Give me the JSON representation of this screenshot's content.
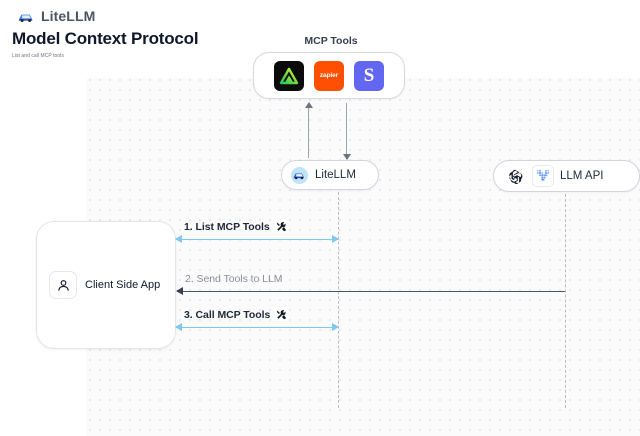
{
  "header": {
    "brand": "LiteLLM",
    "brand_icon": "litellm-logo-icon",
    "title": "Model Context Protocol",
    "subtitle": "List and call MCP tools"
  },
  "diagram": {
    "mcp_tools_group": {
      "title": "MCP Tools",
      "tools": [
        {
          "name": "linear",
          "label": "",
          "icon": "linear-triangle-icon",
          "bg": "#0b0b0b"
        },
        {
          "name": "zapier",
          "label": "zapier",
          "icon": "zapier-wordmark-icon",
          "bg": "#ff4f00"
        },
        {
          "name": "slack",
          "label": "S",
          "icon": "slack-s-icon",
          "bg": "#6366f1"
        }
      ]
    },
    "litellm_node": {
      "label": "LiteLLM",
      "icon": "litellm-avatar-icon"
    },
    "llm_api_node": {
      "label": "LLM API",
      "icons": [
        {
          "name": "openai-icon"
        },
        {
          "name": "vertex-ai-icon"
        }
      ]
    },
    "client_app_node": {
      "label": "Client Side App",
      "icon": "person-icon"
    },
    "messages": [
      {
        "id": "msg-1",
        "text": "1. List MCP Tools",
        "badge_icon": "tools-icon",
        "color": "#7cc8f0",
        "direction": "bidirectional"
      },
      {
        "id": "msg-2",
        "text": "2. Send Tools to LLM",
        "badge_icon": "",
        "color": "#4b5563",
        "direction": "right-to-left"
      },
      {
        "id": "msg-3",
        "text": "3. Call MCP Tools",
        "badge_icon": "tools-icon",
        "color": "#7cc8f0",
        "direction": "bidirectional"
      }
    ],
    "connectors": [
      {
        "id": "conn-up",
        "from": "litellm",
        "to": "mcp-tools",
        "direction": "up",
        "color": "#9ca3af"
      },
      {
        "id": "conn-down",
        "from": "mcp-tools",
        "to": "litellm",
        "direction": "down",
        "color": "#9ca3af"
      }
    ]
  }
}
